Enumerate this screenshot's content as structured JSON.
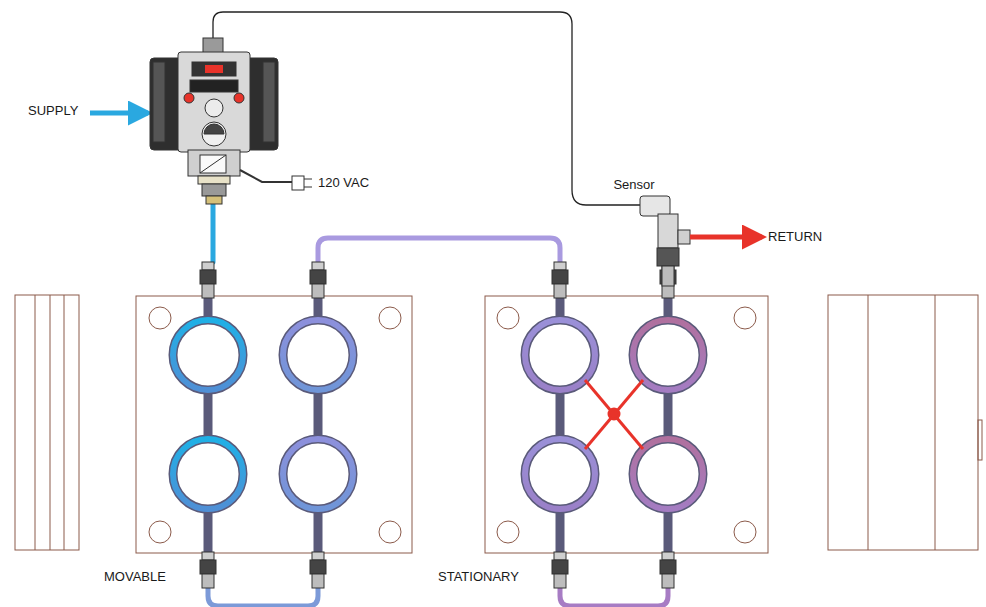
{
  "diagram": {
    "labels": [
      "SUPPLY",
      "120 VAC",
      "Sensor",
      "RETURN",
      "MOVABLE",
      "STATIONARY"
    ]
  }
}
